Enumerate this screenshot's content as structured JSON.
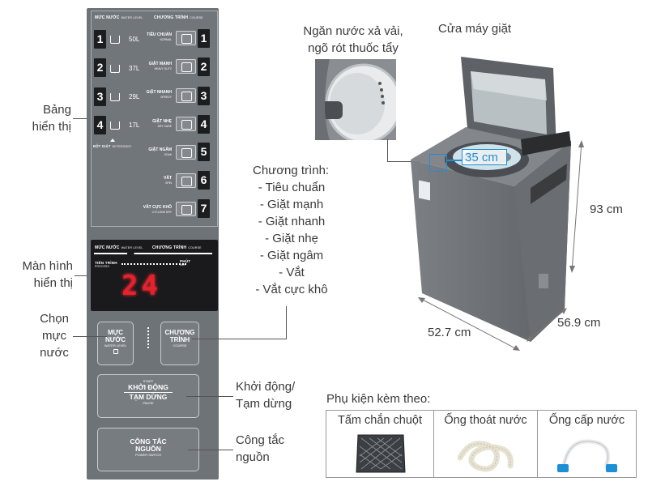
{
  "panel": {
    "header_left": "MỨC NƯỚC",
    "header_left_en": "WATER LEVEL",
    "header_right": "CHƯƠNG TRÌNH",
    "header_right_en": "COURSE",
    "water_levels": [
      {
        "num": "1",
        "value": "50L"
      },
      {
        "num": "2",
        "value": "37L"
      },
      {
        "num": "3",
        "value": "29L"
      },
      {
        "num": "4",
        "value": "17L"
      }
    ],
    "detergent_label": "BỘT GIẶT",
    "detergent_label_en": "DETERGENT",
    "programs": [
      {
        "num": "1",
        "label": "TIÊU CHUẨN",
        "label_en": "NORMAL"
      },
      {
        "num": "2",
        "label": "GIẶT MẠNH",
        "label_en": "HEAVY DUTY"
      },
      {
        "num": "3",
        "label": "GIẶT NHANH",
        "label_en": "SPEEDY"
      },
      {
        "num": "4",
        "label": "GIẶT NHẸ",
        "label_en": "DRY CARE"
      },
      {
        "num": "5",
        "label": "GIẶT NGÂM",
        "label_en": "SOAK"
      },
      {
        "num": "6",
        "label": "VẮT",
        "label_en": "SPIN"
      },
      {
        "num": "7",
        "label": "VẮT CỰC KHÔ",
        "label_en": "CYCLONE DRY"
      }
    ],
    "display": {
      "header_left": "MỨC NƯỚC",
      "header_left_en": "WATER LEVEL",
      "header_right": "CHƯƠNG TRÌNH",
      "header_right_en": "COURSE",
      "process_label": "TIẾN TRÌNH",
      "process_label_en": "PROCESS",
      "minute_label": "PHÚT",
      "minute_label_en": "MIN",
      "digits": "24"
    },
    "buttons": {
      "water": {
        "label1": "MỰC",
        "label2": "NƯỚC",
        "label_en": "WATER LEVEL"
      },
      "course": {
        "label1": "CHƯƠNG",
        "label2": "TRÌNH",
        "label_en": "COURSE"
      },
      "start": {
        "top": "START",
        "label1": "KHỞI ĐỘNG",
        "label2": "TẠM DỪNG",
        "label_en": "PAUSE"
      },
      "power": {
        "label1": "CÔNG TẮC",
        "label2": "NGUỒN",
        "label_en": "POWER SWITCH"
      }
    }
  },
  "callouts": {
    "display_board": [
      "Bảng",
      "hiển thị"
    ],
    "screen": [
      "Màn hình",
      "hiển thị"
    ],
    "water_select": [
      "Chọn",
      "mực",
      "nước"
    ],
    "start_pause": [
      "Khởi động/",
      "Tạm dừng"
    ],
    "power": [
      "Công tắc",
      "nguồn"
    ],
    "programs_title": "Chương trình:",
    "programs_list": [
      "- Tiêu chuẩn",
      "- Giặt mạnh",
      "- Giặt nhanh",
      "- Giặt nhẹ",
      "- Giặt ngâm",
      "- Vắt",
      "- Vắt cực khô"
    ],
    "softener": [
      "Ngăn nước xả vải,",
      "ngõ rót thuốc tẩy"
    ],
    "door": "Cửa máy giặt"
  },
  "dimensions": {
    "opening": "35 cm",
    "height": "93 cm",
    "width": "52.7 cm",
    "depth": "56.9 cm"
  },
  "accessories": {
    "title": "Phụ kiện kèm theo:",
    "items": [
      "Tấm chắn chuột",
      "Ống thoát nước",
      "Ống cấp nước"
    ]
  },
  "colors": {
    "panel": "#6e7378",
    "machine": "#6b6f73",
    "display_digits": "#e8202c",
    "highlight": "#1e8fd6"
  }
}
